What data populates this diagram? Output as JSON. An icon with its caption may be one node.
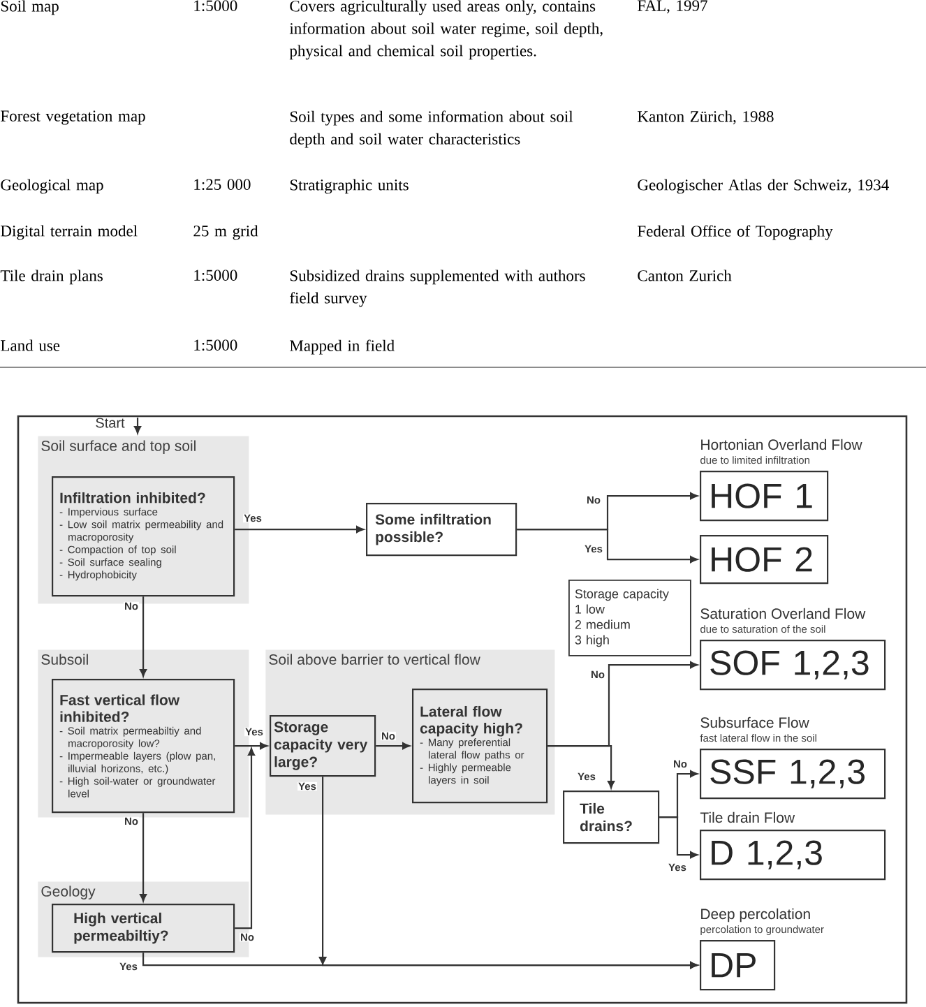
{
  "diagram": {
    "nodes": [
      {
        "text": [
          "Soil surface and top soil"
        ]
      },
      {
        "text": [
          "Infiltration inhibited?",
          "- Impervious surface",
          "- Low soil matrix permeability and macroporosity",
          "- Compaction of top soil",
          "- Soil surface sealing",
          "- Hydrophobicity"
        ],
        "in": 0
      },
      {
        "text": [
          "Some infiltration possible?"
        ]
      },
      {
        "text": [
          "HOF 1"
        ],
        "beside": [
          "Hortonian Overland Flow",
          "due to limited infiltration"
        ]
      },
      {
        "text": [
          "HOF 2"
        ]
      },
      {
        "text": [
          "Storage capacity",
          "1 low",
          "2 medium",
          "3 high"
        ]
      },
      {
        "text": [
          "SOF 1,2,3"
        ],
        "beside": [
          "Saturation Overland Flow",
          "due to saturation of the soil"
        ]
      },
      {
        "text": [
          "Subsoil"
        ]
      },
      {
        "text": [
          "Fast vertical flow inhibited?",
          "- Soil matrix permeabiltiy and macroporosity low?",
          "- Impermeable layers (plow pan, illuvial horizons, etc.)",
          "- High soil-water or groundwater level"
        ],
        "in": 7
      },
      {
        "text": [
          "Soil above barrier to vertical flow"
        ]
      },
      {
        "text": [
          "Storage capacity very large?"
        ],
        "in": 9
      },
      {
        "text": [
          "Lateral flow capacity high?",
          "- Many preferential lateral flow paths or",
          "- Highly permeable layers in soil"
        ],
        "in": 9
      },
      {
        "text": [
          "SSF 1,2,3"
        ],
        "beside": [
          "Subsurface Flow",
          "fast lateral flow in the soil"
        ]
      },
      {
        "text": [
          "Tile drains?"
        ]
      },
      {
        "text": [
          "D 1,2,3"
        ],
        "beside": [
          "Tile drain Flow"
        ]
      },
      {
        "text": [
          "Geology"
        ]
      },
      {
        "text": [
          "High vertical permeabiltiy?"
        ],
        "in": 15
      },
      {
        "text": [
          "DP"
        ],
        "beside": [
          "Deep percolation",
          "percolation to groundwater"
        ]
      },
      {
        "text": [
          "Start"
        ]
      }
    ],
    "edges": [
      {
        "from": 18,
        "to": 0,
        "arrow": "to"
      },
      {
        "from": 1,
        "to": 2,
        "arrow": "to",
        "label": "Yes"
      },
      {
        "from": 2,
        "to": 3,
        "arrow": "to",
        "label": "No"
      },
      {
        "from": 2,
        "to": 4,
        "arrow": "to",
        "label": "Yes"
      },
      {
        "from": 1,
        "to": 8,
        "arrow": "to",
        "label": "No"
      },
      {
        "from": 8,
        "to": 10,
        "arrow": "to",
        "label": "Yes"
      },
      {
        "from": 8,
        "to": 16,
        "arrow": "to",
        "label": "No"
      },
      {
        "from": 16,
        "to": 10,
        "arrow": "to",
        "label": "No"
      },
      {
        "from": 16,
        "to": 17,
        "arrow": "to",
        "label": "Yes"
      },
      {
        "from": 10,
        "to": 11,
        "arrow": "to",
        "label": "No"
      },
      {
        "from": 10,
        "to": 17,
        "arrow": "to",
        "label": "Yes"
      },
      {
        "from": 11,
        "to": 6,
        "arrow": "to",
        "label": "No"
      },
      {
        "from": 11,
        "to": 13,
        "arrow": "to",
        "label": "Yes"
      },
      {
        "from": 13,
        "to": 12,
        "arrow": "to",
        "label": "No"
      },
      {
        "from": 13,
        "to": 14,
        "arrow": "to",
        "label": "Yes"
      }
    ],
    "labels": [
      "Soil map",
      "1:5000",
      "Covers agriculturally used areas only, contains information about soil water regime, soil depth, physical and chemical soil properties.",
      "FAL, 1997",
      "Forest vegetation map",
      "Soil types and some information about soil depth and soil water characteristics",
      "Kanton Zürich, 1988",
      "Geological map",
      "1:25 000",
      "Stratigraphic units",
      "Geologischer Atlas der Schweiz, 1934",
      "Digital terrain model",
      "25 m grid",
      "Federal Office of Topography",
      "Tile drain plans",
      "1:5000",
      "Subsidized drains supplemented with authors field survey",
      "Canton Zurich",
      "Land use",
      "1:5000",
      "Mapped in field"
    ]
  }
}
